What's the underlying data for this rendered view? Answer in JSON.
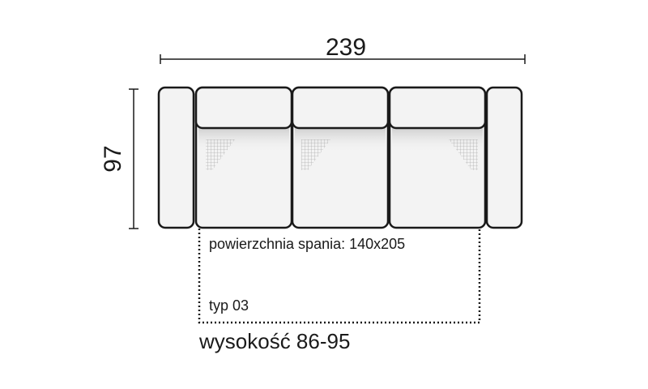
{
  "dimensions": {
    "width": "239",
    "depth": "97"
  },
  "labels": {
    "sleeping_area": "powierzchnia spania: 140x205",
    "type": "typ 03",
    "height": "wysokość 86-95"
  },
  "colors": {
    "outline": "#1a1a1a",
    "fill": "#f3f3f3",
    "shadow": "#d8d8d8",
    "text": "#1a1a1a"
  }
}
